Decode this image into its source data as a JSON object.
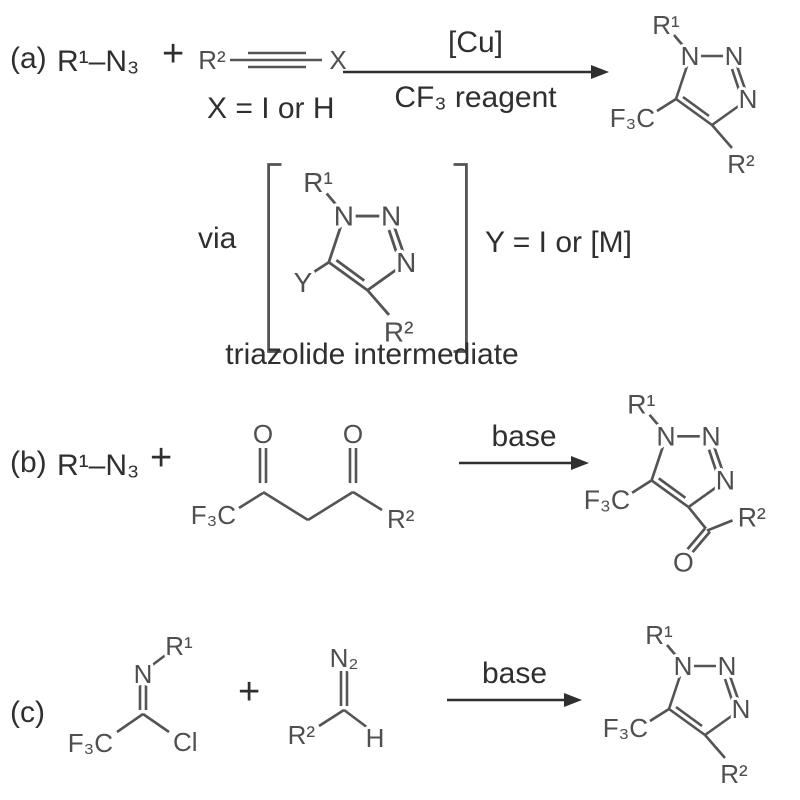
{
  "colors": {
    "ink": "#2f2f2f",
    "structure": "#545454"
  },
  "section_a": {
    "label": "(a)",
    "azide": "R¹–N₃",
    "plus": "+",
    "alkyne": {
      "r2": "R²",
      "x": "X"
    },
    "x_condition": "X = I or H",
    "arrow_above": "[Cu]",
    "arrow_below": "CF₃ reagent",
    "product": {
      "r1": "R¹",
      "n1": "N",
      "n2": "N",
      "n3": "N",
      "f3c": "F₃C",
      "r2": "R²"
    }
  },
  "intermediate": {
    "via_label": "via",
    "ring": {
      "r1": "R¹",
      "n1": "N",
      "n2": "N",
      "n3": "N",
      "y": "Y",
      "r2": "R²"
    },
    "y_condition": "Y = I or [M]",
    "caption": "triazolide intermediate"
  },
  "section_b": {
    "label": "(b)",
    "azide": "R¹–N₃",
    "plus": "+",
    "diketone": {
      "f3c": "F₃C",
      "o1": "O",
      "o2": "O",
      "r2": "R²"
    },
    "arrow_above": "base",
    "product": {
      "r1": "R¹",
      "n1": "N",
      "n2": "N",
      "n3": "N",
      "f3c": "F₃C",
      "o": "O",
      "r2": "R²"
    }
  },
  "section_c": {
    "label": "(c)",
    "imidoyl_chloride": {
      "n": "N",
      "r1": "R¹",
      "f3c": "F₃C",
      "cl": "Cl"
    },
    "plus": "+",
    "diazo": {
      "n2": "N₂",
      "r2": "R²",
      "h": "H"
    },
    "arrow_above": "base",
    "product": {
      "r1": "R¹",
      "n1": "N",
      "n2": "N",
      "n3": "N",
      "f3c": "F₃C",
      "r2": "R²"
    }
  }
}
